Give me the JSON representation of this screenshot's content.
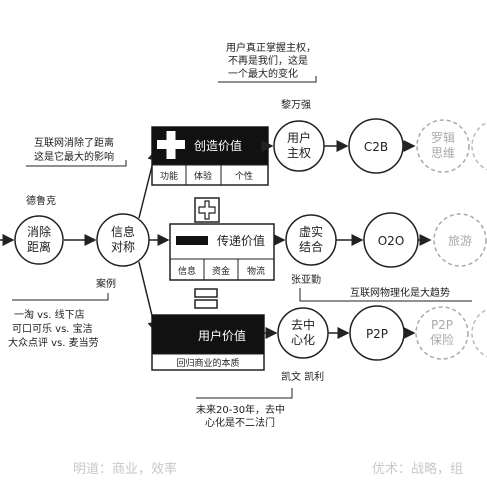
{
  "annotations": {
    "top_quote_1": "用户真正掌握主权，",
    "top_quote_2": "不再是我们，这是",
    "top_quote_3": "一个最大的变化",
    "top_author": "黎万强",
    "left_quote_1": "互联网消除了距离",
    "left_quote_2": "这是它最大的影响",
    "left_author": "德鲁克",
    "case_label": "案例",
    "cases_1": "一淘 vs. 线下店",
    "cases_2": "可口可乐 vs. 宝洁",
    "cases_3": "大众点评 vs. 麦当劳",
    "mid_author": "张亚勤",
    "mid_quote": "互联网物理化是大趋势",
    "bottom_author": "凯文 凯利",
    "bottom_quote_1": "未来20-30年，去中",
    "bottom_quote_2": "心化是不二法门"
  },
  "nodes": {
    "eliminate_1": "消除",
    "eliminate_2": "距离",
    "info_1": "信息",
    "info_2": "对称",
    "user_sov_1": "用户",
    "user_sov_2": "主权",
    "c2b": "C2B",
    "logic_1": "罗辑",
    "logic_2": "思维",
    "virtual_1": "虚实",
    "virtual_2": "结合",
    "o2o": "O2O",
    "travel": "旅游",
    "decentral_1": "去中",
    "decentral_2": "心化",
    "p2p": "P2P",
    "p2p_ins_1": "P2P",
    "p2p_ins_2": "保险"
  },
  "boxes": {
    "create_title": "创造价值",
    "create_cells": [
      "功能",
      "体验",
      "个性"
    ],
    "transfer_title": "传递价值",
    "transfer_cells": [
      "信息",
      "资金",
      "物流"
    ],
    "user_title": "用户价值",
    "user_sub": "回归商业的本质"
  },
  "footer": {
    "left": "明道：商业，效率",
    "right": "优术：战略，组"
  }
}
